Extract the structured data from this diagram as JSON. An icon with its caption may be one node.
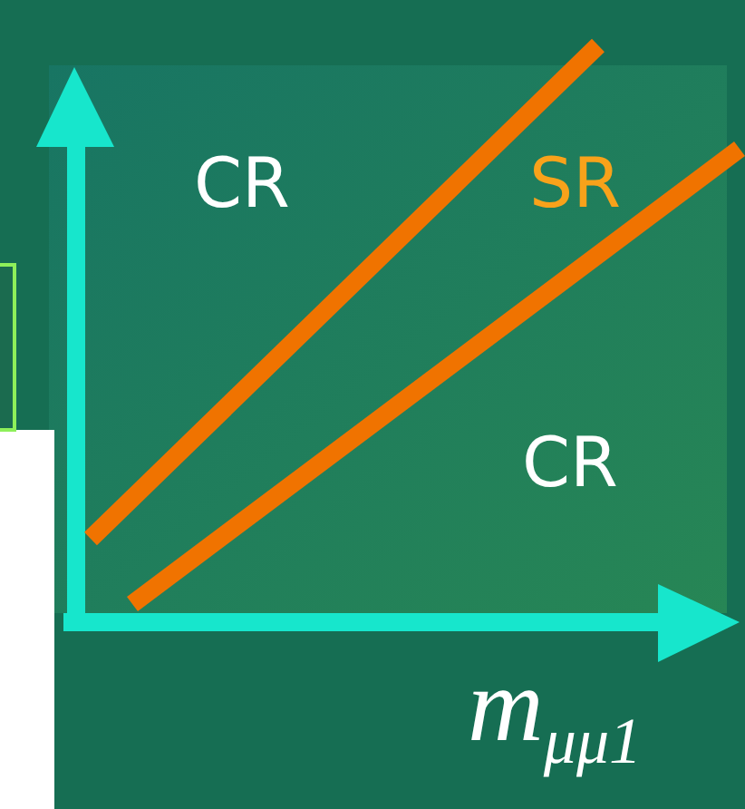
{
  "diagram": {
    "labels": [
      "CR",
      "SR",
      "CR",
      "m$_{μμ1}$"
    ]
  }
}
